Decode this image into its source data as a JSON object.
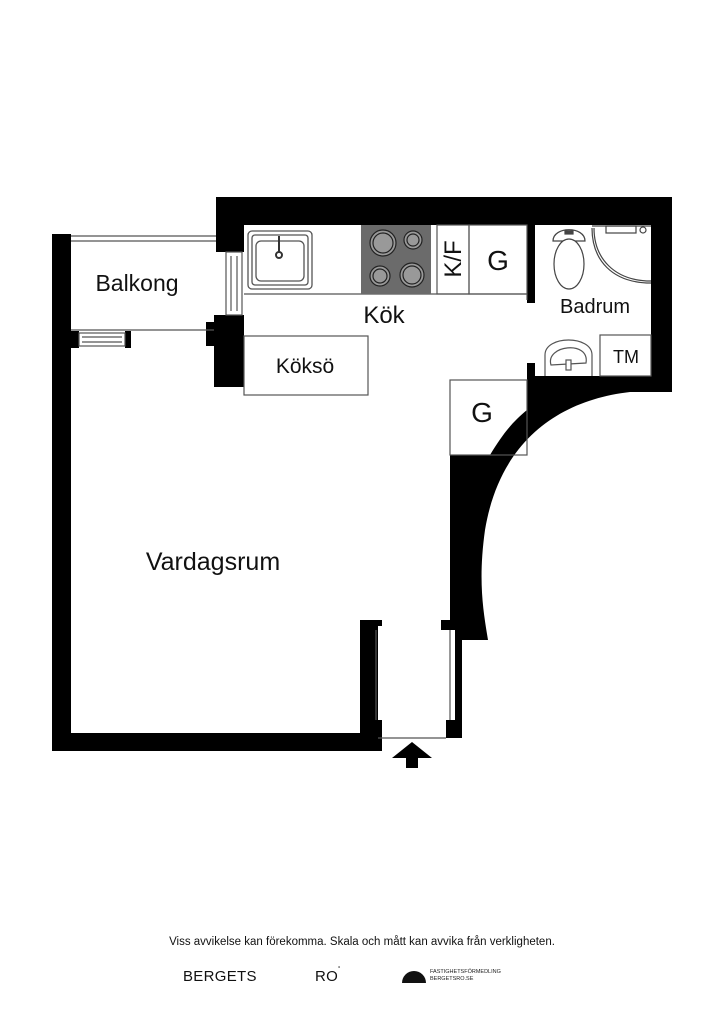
{
  "floorplan": {
    "rooms": {
      "balkong": "Balkong",
      "kok": "Kök",
      "koksö": "Köksö",
      "badrum": "Badrum",
      "vardagsrum": "Vardagsrum"
    },
    "fixtures": {
      "kf": "K/F",
      "g_kitchen": "G",
      "g_hall": "G",
      "tm": "TM"
    },
    "entrance_icon": "arrow-up-icon",
    "colors": {
      "wall": "#000000",
      "line": "#555555",
      "stove": "#6b6b6b",
      "burner": "#999999"
    }
  },
  "footer": {
    "disclaimer": "Viss avvikelse kan förekomma. Skala och mått kan avvika från verkligheten.",
    "brand_left": "BERGETS",
    "brand_mid": "RO",
    "brand_mid_mark": "˚",
    "logo_line1": "FASTIGHETSFÖRMEDLING",
    "logo_line2": "BERGETSRO.SE"
  }
}
